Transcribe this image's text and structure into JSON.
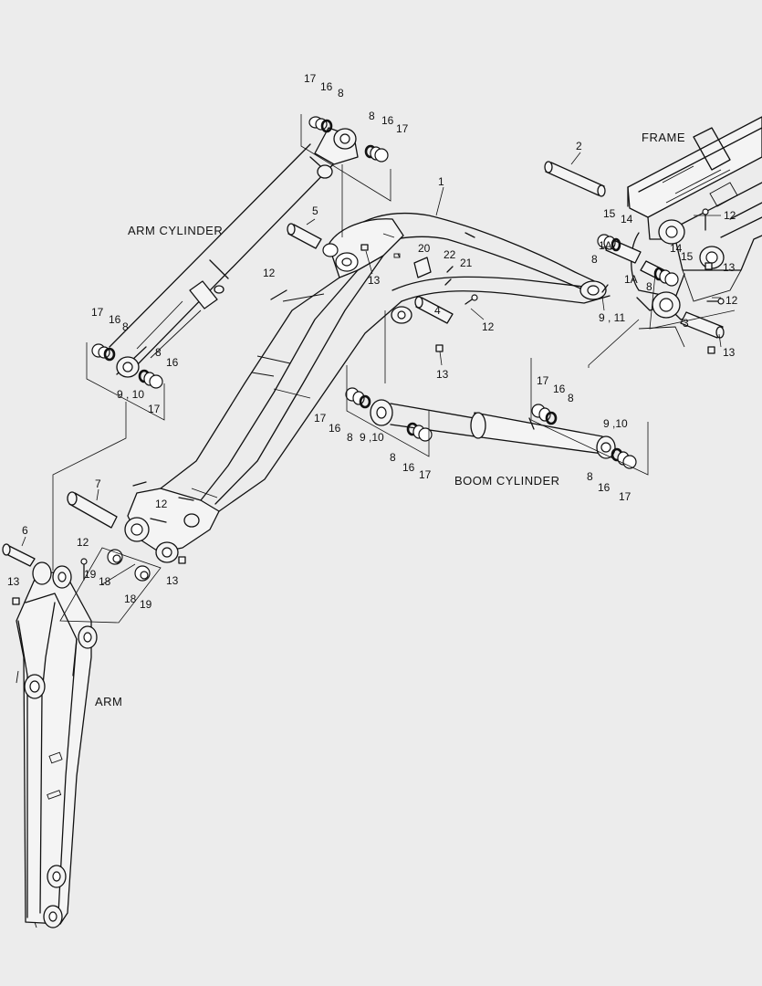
{
  "labels": {
    "frame": "FRAME",
    "arm_cylinder": "ARM CYLINDER",
    "boom_cylinder": "BOOM CYLINDER",
    "arm": "ARM"
  },
  "callouts": [
    {
      "id": "c-17a",
      "text": "17"
    },
    {
      "id": "c-16a",
      "text": "16"
    },
    {
      "id": "c-8a",
      "text": "8"
    },
    {
      "id": "c-8b",
      "text": "8"
    },
    {
      "id": "c-16b",
      "text": "16"
    },
    {
      "id": "c-17b",
      "text": "17"
    },
    {
      "id": "c-1",
      "text": "1"
    },
    {
      "id": "c-2",
      "text": "2"
    },
    {
      "id": "c-5",
      "text": "5"
    },
    {
      "id": "c-15a",
      "text": "15"
    },
    {
      "id": "c-14a",
      "text": "14"
    },
    {
      "id": "c-12a",
      "text": "12"
    },
    {
      "id": "c-20",
      "text": "20"
    },
    {
      "id": "c-22",
      "text": "22"
    },
    {
      "id": "c-21",
      "text": "21"
    },
    {
      "id": "c-1Aa",
      "text": "1A"
    },
    {
      "id": "c-8c",
      "text": "8"
    },
    {
      "id": "c-14b",
      "text": "14"
    },
    {
      "id": "c-15b",
      "text": "15"
    },
    {
      "id": "c-13a",
      "text": "13"
    },
    {
      "id": "c-1Ab",
      "text": "1A"
    },
    {
      "id": "c-8d",
      "text": "8"
    },
    {
      "id": "c-12b",
      "text": "12"
    },
    {
      "id": "c-12c",
      "text": "12"
    },
    {
      "id": "c-13b",
      "text": "13"
    },
    {
      "id": "c-911",
      "text": "9 , 11"
    },
    {
      "id": "c-4",
      "text": "4"
    },
    {
      "id": "c-3",
      "text": "3"
    },
    {
      "id": "c-13c",
      "text": "13"
    },
    {
      "id": "c-12d",
      "text": "12"
    },
    {
      "id": "c-17c",
      "text": "17"
    },
    {
      "id": "c-16c",
      "text": "16"
    },
    {
      "id": "c-8e",
      "text": "8"
    },
    {
      "id": "c-8f",
      "text": "8"
    },
    {
      "id": "c-16d",
      "text": "16"
    },
    {
      "id": "c-13d",
      "text": "13"
    },
    {
      "id": "c-910a",
      "text": "9 , 10"
    },
    {
      "id": "c-17d",
      "text": "17"
    },
    {
      "id": "c-17e",
      "text": "17"
    },
    {
      "id": "c-16e",
      "text": "16"
    },
    {
      "id": "c-8g",
      "text": "8"
    },
    {
      "id": "c-17f",
      "text": "17"
    },
    {
      "id": "c-16f",
      "text": "16"
    },
    {
      "id": "c-8h",
      "text": "8"
    },
    {
      "id": "c-910b",
      "text": "9 ,10"
    },
    {
      "id": "c-8i",
      "text": "8"
    },
    {
      "id": "c-16g",
      "text": "16"
    },
    {
      "id": "c-17g",
      "text": "17"
    },
    {
      "id": "c-910c",
      "text": "9 ,10"
    },
    {
      "id": "c-8j",
      "text": "8"
    },
    {
      "id": "c-16h",
      "text": "16"
    },
    {
      "id": "c-17h",
      "text": "17"
    },
    {
      "id": "c-7",
      "text": "7"
    },
    {
      "id": "c-12e",
      "text": "12"
    },
    {
      "id": "c-6",
      "text": "6"
    },
    {
      "id": "c-12f",
      "text": "12"
    },
    {
      "id": "c-19a",
      "text": "19"
    },
    {
      "id": "c-18a",
      "text": "18"
    },
    {
      "id": "c-13e",
      "text": "13"
    },
    {
      "id": "c-13f",
      "text": "13"
    },
    {
      "id": "c-18b",
      "text": "18"
    },
    {
      "id": "c-19b",
      "text": "19"
    }
  ]
}
